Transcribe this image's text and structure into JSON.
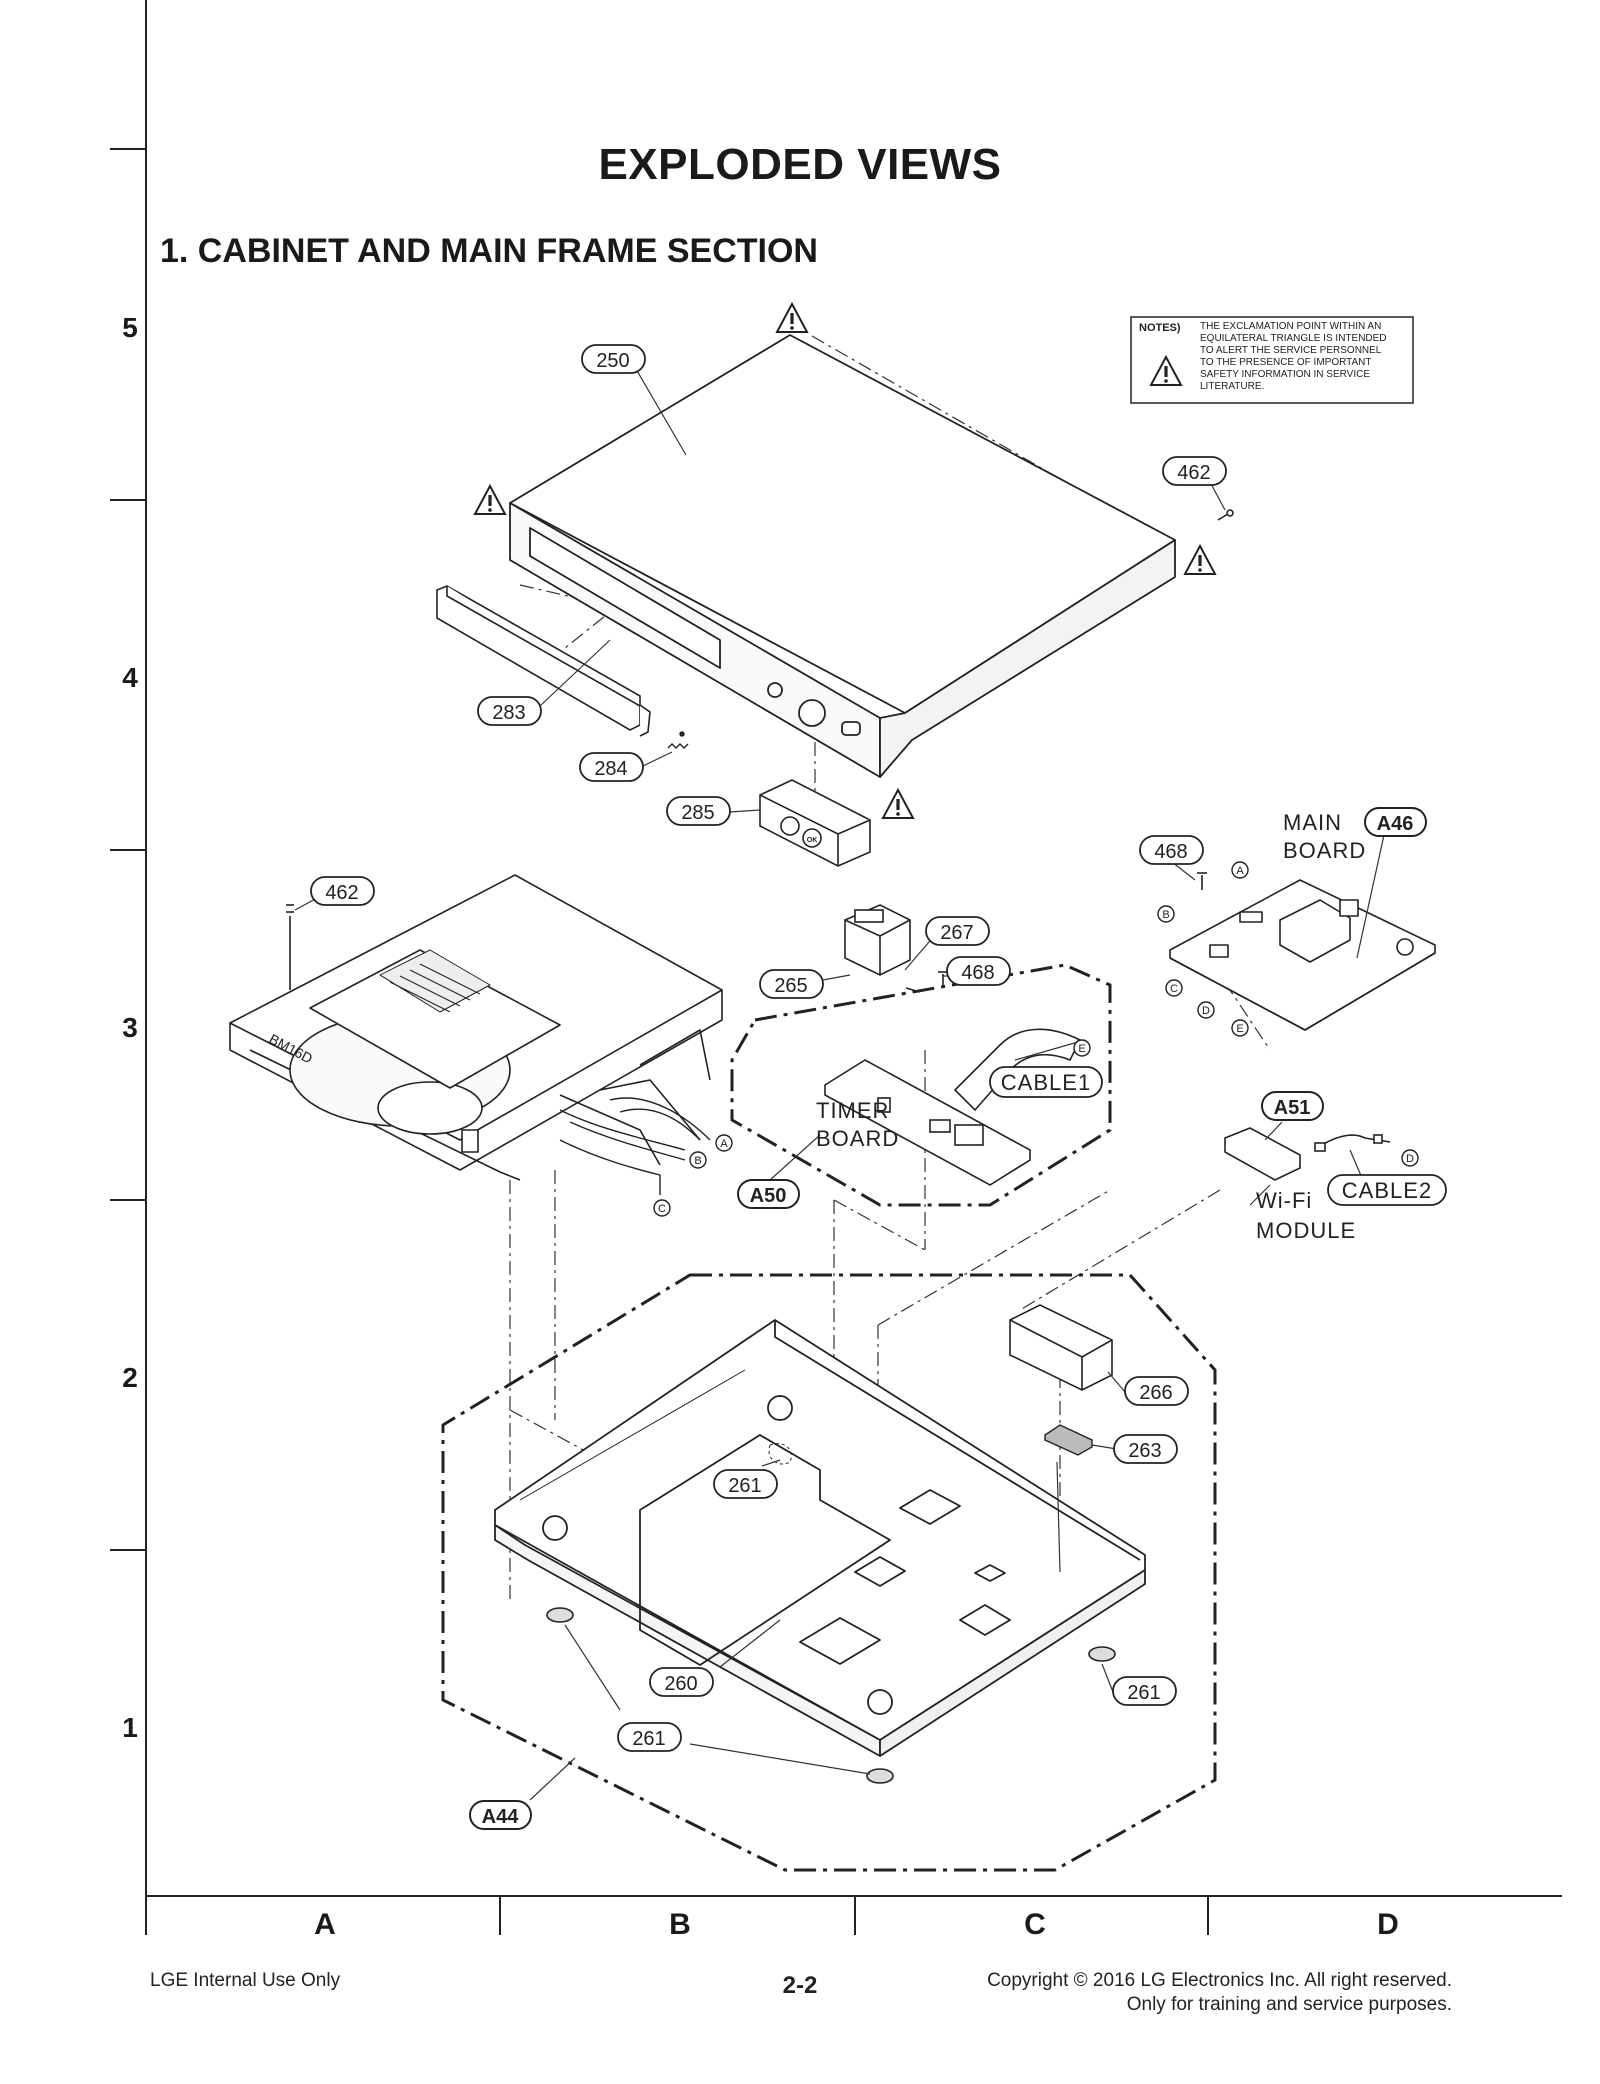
{
  "title": "EXPLODED VIEWS",
  "section_title": "1. CABINET AND MAIN FRAME SECTION",
  "notes": {
    "label": "NOTES)",
    "lines": [
      "THE EXCLAMATION POINT WITHIN AN",
      "EQUILATERAL TRIANGLE IS INTENDED",
      "TO ALERT THE SERVICE PERSONNEL",
      "TO THE PRESENCE OF IMPORTANT",
      "SAFETY INFORMATION IN SERVICE",
      "LITERATURE."
    ]
  },
  "row_labels": [
    "5",
    "4",
    "3",
    "2",
    "1"
  ],
  "column_labels": [
    "A",
    "B",
    "C",
    "D"
  ],
  "callouts": [
    "250",
    "462",
    "283",
    "284",
    "285",
    "468",
    "462",
    "267",
    "468",
    "265",
    "261",
    "266",
    "263",
    "260",
    "261",
    "261"
  ],
  "assemblies": [
    "A46",
    "A51",
    "A50",
    "A44"
  ],
  "connectors": [
    "A",
    "B",
    "C",
    "D",
    "E",
    "E",
    "A",
    "B",
    "C",
    "D"
  ],
  "labels": {
    "main_board_1": "MAIN",
    "main_board_2": "BOARD",
    "timer_board_1": "TIMER",
    "timer_board_2": "BOARD",
    "cable1": "CABLE1",
    "cable2": "CABLE2",
    "wifi_1": "Wi-Fi",
    "wifi_2": "MODULE",
    "loader_model": "BM16D",
    "knob_mark": "OK"
  },
  "footer": {
    "left": "LGE Internal Use Only",
    "page": "2-2",
    "copyright_1": "Copyright © 2016 LG Electronics Inc. All right reserved.",
    "copyright_2": "Only for training and service purposes."
  }
}
